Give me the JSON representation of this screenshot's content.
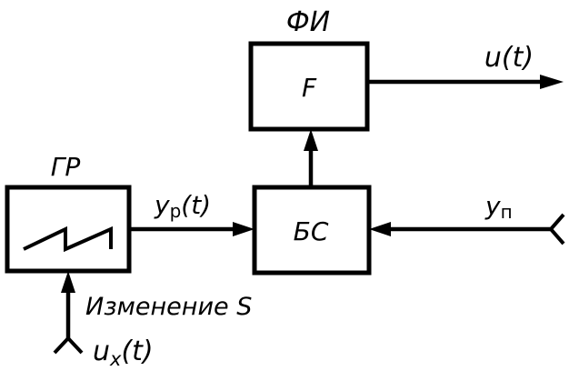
{
  "diagram": {
    "blocks": {
      "fi": {
        "label": "ФИ",
        "content": "F"
      },
      "gr": {
        "label": "ГР"
      },
      "bs": {
        "content": "БС"
      }
    },
    "signals": {
      "output": "u(t)",
      "ramp": "y",
      "ramp_sub": "р",
      "ramp_suffix": "(t)",
      "input_right": "y",
      "input_right_sub": "п",
      "control": "Изменение S",
      "input_bottom": "u",
      "input_bottom_sub": "x",
      "input_bottom_suffix": "(t)"
    }
  }
}
